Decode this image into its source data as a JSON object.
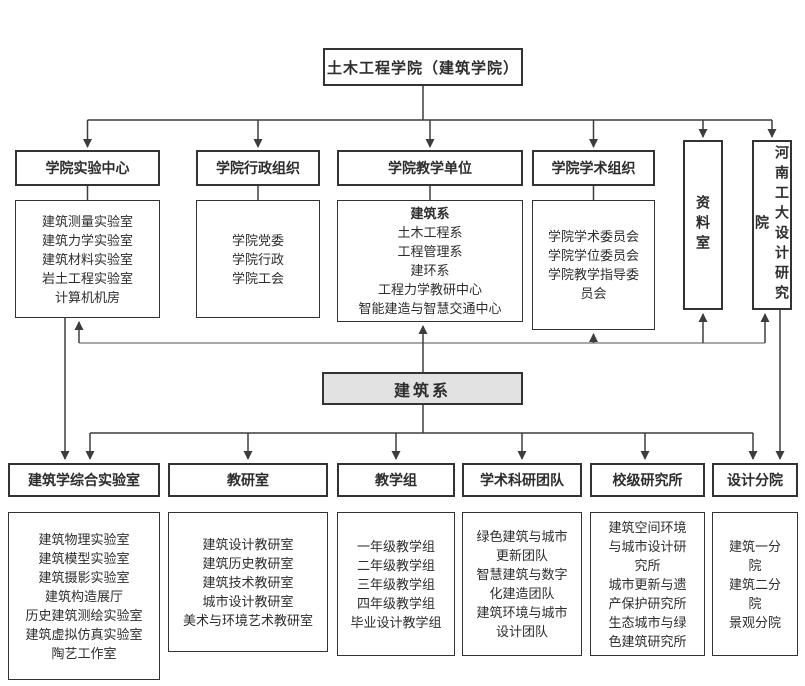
{
  "palette": {
    "box_border": "#333333",
    "text": "#2d2d2d",
    "line_dark": "#3d3d3d",
    "line_gray": "#8c8c8c",
    "highlight_bg": "#e2e2e2",
    "background": "#ffffff"
  },
  "root": {
    "title": "土木工程学院（建筑学院）"
  },
  "branches": [
    {
      "title": "学院实验中心",
      "items": [
        "建筑测量实验室",
        "建筑力学实验室",
        "建筑材料实验室",
        "岩土工程实验室",
        "计算机机房"
      ]
    },
    {
      "title": "学院行政组织",
      "items": [
        "学院党委",
        "学院行政",
        "学院工会"
      ]
    },
    {
      "title": "学院教学单位",
      "items": [
        "建筑系",
        "土木工程系",
        "工程管理系",
        "建环系",
        "工程力学教研中心",
        "智能建造与智慧交通中心"
      ]
    },
    {
      "title": "学院学术组织",
      "items": [
        "学院学术委员会",
        "学院学位委员会",
        "学院教学指导委员会"
      ]
    }
  ],
  "side_units": [
    {
      "title": "资料室"
    },
    {
      "title": "河南工大设计研究院"
    }
  ],
  "department": {
    "title": "建筑系"
  },
  "sections": [
    {
      "title": "建筑学综合实验室",
      "items": [
        "建筑物理实验室",
        "建筑模型实验室",
        "建筑摄影实验室",
        "建筑构造展厅",
        "历史建筑测绘实验室",
        "建筑虚拟仿真实验室",
        "陶艺工作室"
      ]
    },
    {
      "title": "教研室",
      "items": [
        "建筑设计教研室",
        "建筑历史教研室",
        "建筑技术教研室",
        "城市设计教研室",
        "美术与环境艺术教研室"
      ]
    },
    {
      "title": "教学组",
      "items": [
        "一年级教学组",
        "二年级教学组",
        "三年级教学组",
        "四年级教学组",
        "毕业设计教学组"
      ]
    },
    {
      "title": "学术科研团队",
      "items": [
        "绿色建筑与城市更新团队",
        "智慧建筑与数字化建造团队",
        "建筑环境与城市设计团队"
      ]
    },
    {
      "title": "校级研究所",
      "items": [
        "建筑空间环境与城市设计研究所",
        "城市更新与遗产保护研究所",
        "生态城市与绿色建筑研究所"
      ]
    },
    {
      "title": "设计分院",
      "items": [
        "建筑一分院",
        "建筑二分院",
        "景观分院"
      ]
    }
  ]
}
